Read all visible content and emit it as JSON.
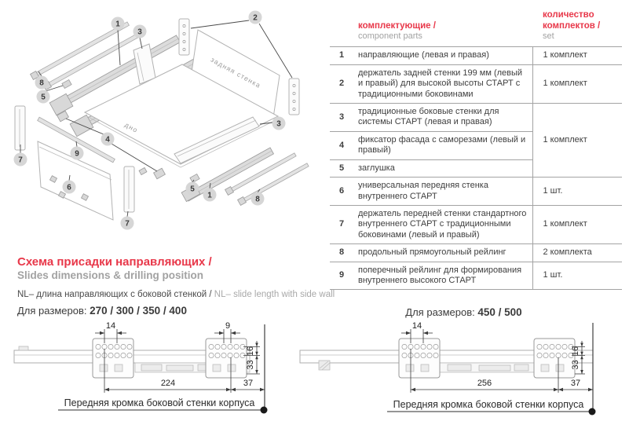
{
  "colors": {
    "accent": "#e8384a",
    "gray_text": "#a2a2a2",
    "dark_text": "#3e3e3e"
  },
  "diagram": {
    "back_wall_label": "задняя стенка",
    "bottom_label": "дно",
    "callouts": [
      "1",
      "2",
      "3",
      "3",
      "4",
      "5",
      "5",
      "6",
      "7",
      "7",
      "8",
      "8",
      "9",
      "1"
    ]
  },
  "table": {
    "header": {
      "parts_ru": "комплектующие /",
      "parts_en": "component parts",
      "qty_ru": "количество комплектов /",
      "qty_en": "set"
    },
    "rows": [
      {
        "num": "1",
        "desc": "направляющие (левая и правая)",
        "qty": "1 комплект"
      },
      {
        "num": "2",
        "desc": "держатель задней стенки 199 мм (левый и правый) для высокой высоты СТАРТ с традиционными боковинами",
        "qty": "1 комплект"
      },
      {
        "num": "3",
        "desc": "традиционные боковые стенки для системы СТАРТ (левая и правая)",
        "qty": "1 комплект"
      },
      {
        "num": "4",
        "desc": "фиксатор фасада с саморезами (левый и правый)"
      },
      {
        "num": "5",
        "desc": "заглушка"
      },
      {
        "num": "6",
        "desc": "универсальная передняя стенка внутреннего СТАРТ",
        "qty": "1 шт."
      },
      {
        "num": "7",
        "desc": "держатель передней стенки стандартного внутреннего СТАРТ с традиционными боковинами (левый и правый)",
        "qty": "1 комплект"
      },
      {
        "num": "8",
        "desc": "продольный прямоугольный рейлинг",
        "qty": "2 комплекта"
      },
      {
        "num": "9",
        "desc": "поперечный рейлинг для формирования внутреннего высокого СТАРТ",
        "qty": "1 шт."
      }
    ]
  },
  "section": {
    "title_ru": "Схема присадки направляющих /",
    "title_en": "Slides dimensions & drilling position",
    "note_ru": "NL– длина направляющих с боковой стенкой /",
    "note_en": "NL– slide length with side wall",
    "sizes_label": "Для размеров:",
    "sizes_left": "270 / 300 / 350 / 400",
    "sizes_right": "450 / 500"
  },
  "drawings": {
    "left": {
      "dim_front": "14",
      "dim_rear": "9",
      "dim_v1": "16",
      "dim_v2": "33",
      "dim_length": "224",
      "dim_offset": "37",
      "edge_label": "Передняя кромка боковой стенки корпуса"
    },
    "right": {
      "dim_front": "14",
      "dim_v1": "16",
      "dim_v2": "33",
      "dim_length": "256",
      "dim_offset": "37",
      "edge_label": "Передняя кромка боковой стенки корпуса"
    }
  }
}
